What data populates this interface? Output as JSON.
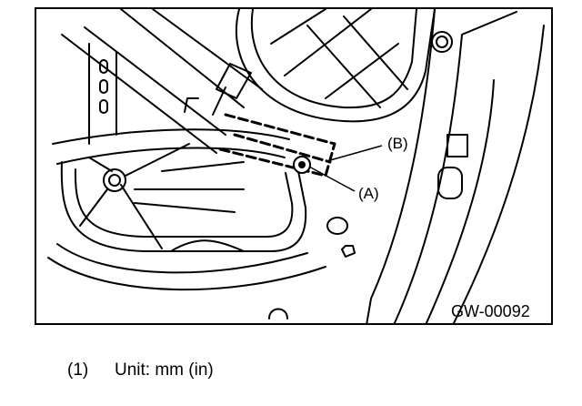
{
  "figure": {
    "callouts": {
      "a": "(A)",
      "b": "(B)"
    },
    "code": "GW-00092"
  },
  "footnote": {
    "number": "(1)",
    "text": "Unit: mm (in)"
  }
}
